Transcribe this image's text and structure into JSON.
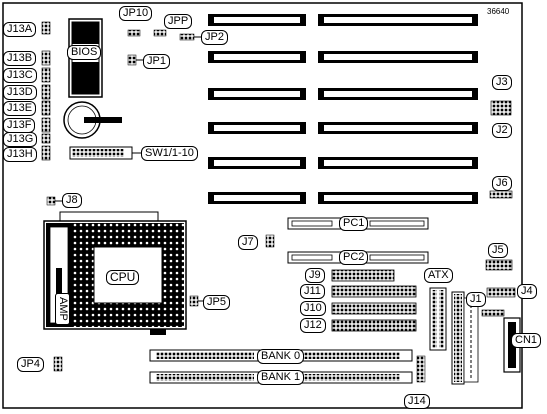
{
  "figure_id": "36640",
  "labels": {
    "j13a": "J13A",
    "j13b": "J13B",
    "j13c": "J13C",
    "j13d": "J13D",
    "j13e": "J13E",
    "j13f": "J13F",
    "j13g": "J13G",
    "j13h": "J13H",
    "bios": "BIOS",
    "jp10": "JP10",
    "jpp": "JPP",
    "jp2": "JP2",
    "jp1": "JP1",
    "sw1": "SW1/1-10",
    "j8": "J8",
    "cpu": "CPU",
    "amp": "AMP",
    "jp5": "JP5",
    "jp4": "JP4",
    "j7": "J7",
    "pc1": "PC1",
    "pc2": "PC2",
    "j9": "J9",
    "j11": "J11",
    "j10": "J10",
    "j12": "J12",
    "atx": "ATX",
    "j1": "J1",
    "j3": "J3",
    "j2": "J2",
    "j6": "J6",
    "j5": "J5",
    "j4": "J4",
    "cn1": "CN1",
    "bank0": "BANK 0",
    "bank1": "BANK 1",
    "j14": "J14"
  }
}
